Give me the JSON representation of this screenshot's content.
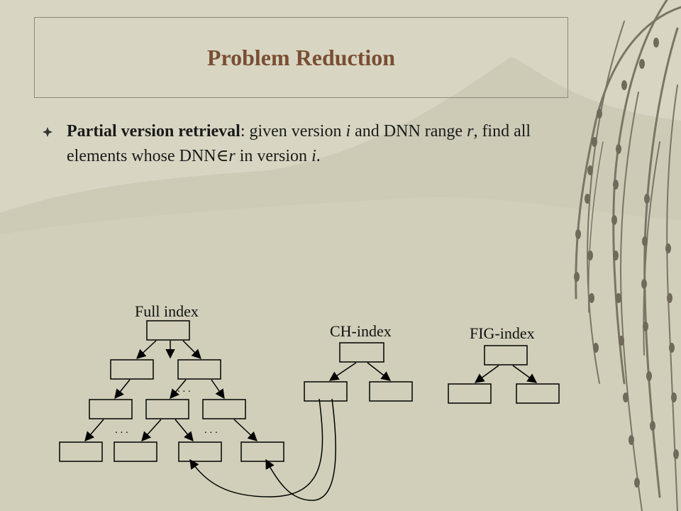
{
  "slide": {
    "title": "Problem Reduction",
    "bullet": {
      "term": "Partial version retrieval",
      "sep": ":",
      "t1": " given version ",
      "v1": "i",
      "t2": " and DNN range ",
      "v2": "r",
      "t3": ", find all elements whose DNN",
      "sym": "∈",
      "v3": "r",
      "t4": " in version ",
      "v4": "i",
      "t5": "."
    }
  },
  "diagram": {
    "full_index_label": "Full index",
    "ch_index_label": "CH-index",
    "fig_index_label": "FIG-index",
    "ellipsis": ". . ."
  },
  "colors": {
    "background": "#d8d6c2",
    "title": "#7a4e34",
    "text": "#1a1a1a",
    "tree_branch": "#7a7565"
  }
}
